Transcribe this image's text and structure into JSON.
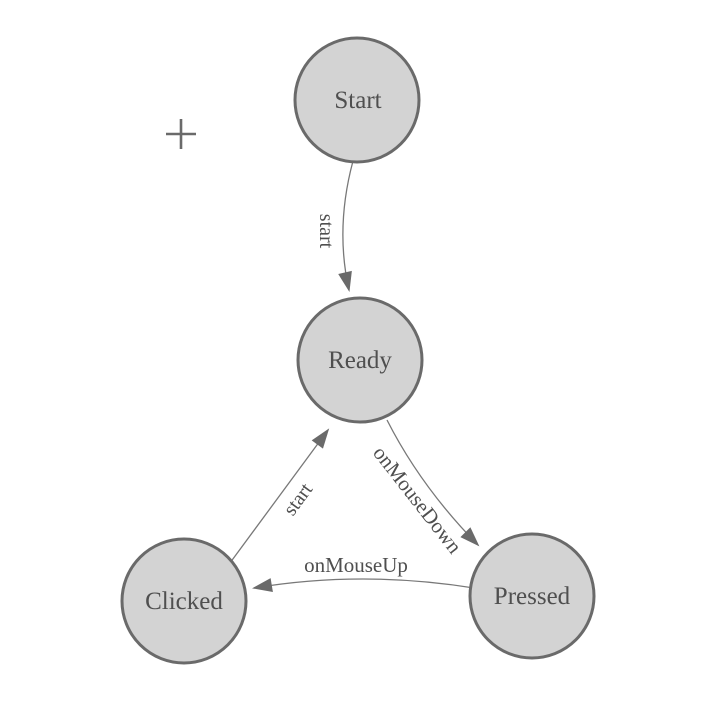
{
  "diagram": {
    "nodes": [
      {
        "id": "start",
        "label": "Start"
      },
      {
        "id": "ready",
        "label": "Ready"
      },
      {
        "id": "clicked",
        "label": "Clicked"
      },
      {
        "id": "pressed",
        "label": "Pressed"
      }
    ],
    "edges": [
      {
        "from": "Start",
        "to": "Ready",
        "label": "start"
      },
      {
        "from": "Clicked",
        "to": "Ready",
        "label": "start"
      },
      {
        "from": "Ready",
        "to": "Pressed",
        "label": "onMouseDown"
      },
      {
        "from": "Pressed",
        "to": "Clicked",
        "label": "onMouseUp"
      }
    ],
    "icons": {
      "crosshair": "+"
    },
    "colors": {
      "background": "#ffffff",
      "node_fill": "#d3d3d3",
      "node_border": "#6a6a6a",
      "edge_line": "#787878",
      "arrow_fill": "#6a6a6a",
      "node_text": "#4f4f4f",
      "edge_text": "#4f4f4f",
      "crosshair": "#6a6a6a"
    }
  }
}
